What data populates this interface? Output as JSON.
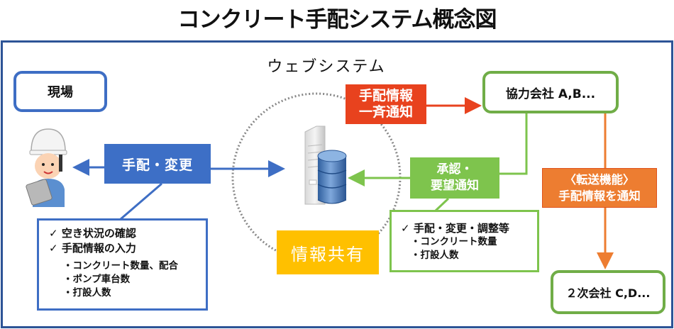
{
  "title": "コンクリート手配システム概念図",
  "web_system_label": "ウェブシステム",
  "site": {
    "label": "現場",
    "icon": "worker-with-tablet-icon"
  },
  "arrange_change": {
    "label": "手配・変更",
    "color": "#3d6fc6"
  },
  "site_info": {
    "checks": [
      "空き状況の確認",
      "手配情報の入力"
    ],
    "check_mark": "✓",
    "bullet": "・",
    "items": [
      "コンクリート数量、配合",
      "ポンプ車台数",
      "打設人数"
    ]
  },
  "server": {
    "icon": "database-server-icon"
  },
  "info_sharing": {
    "label": "情報共有",
    "color": "#ffc000"
  },
  "broadcast": {
    "lines": [
      "手配情報",
      "一斉通知"
    ],
    "color": "#e8421e"
  },
  "partner": {
    "label": "協力会社 A,B..."
  },
  "approval": {
    "lines": [
      "承認・",
      "要望通知"
    ],
    "color": "#7ec44d"
  },
  "partner_info": {
    "check": "手配・変更・調整等",
    "check_mark": "✓",
    "bullet": "・",
    "items": [
      "コンクリート数量",
      "打設人数"
    ]
  },
  "forward": {
    "lines": [
      "〈転送機能〉",
      "手配情報を通知"
    ],
    "color": "#ed7d31"
  },
  "secondary": {
    "label": "２次会社 C,D..."
  },
  "colors": {
    "frame": "#2d5496",
    "blue": "#3e6ec4",
    "green": "#70ad47",
    "orange": "#ed7d31"
  }
}
